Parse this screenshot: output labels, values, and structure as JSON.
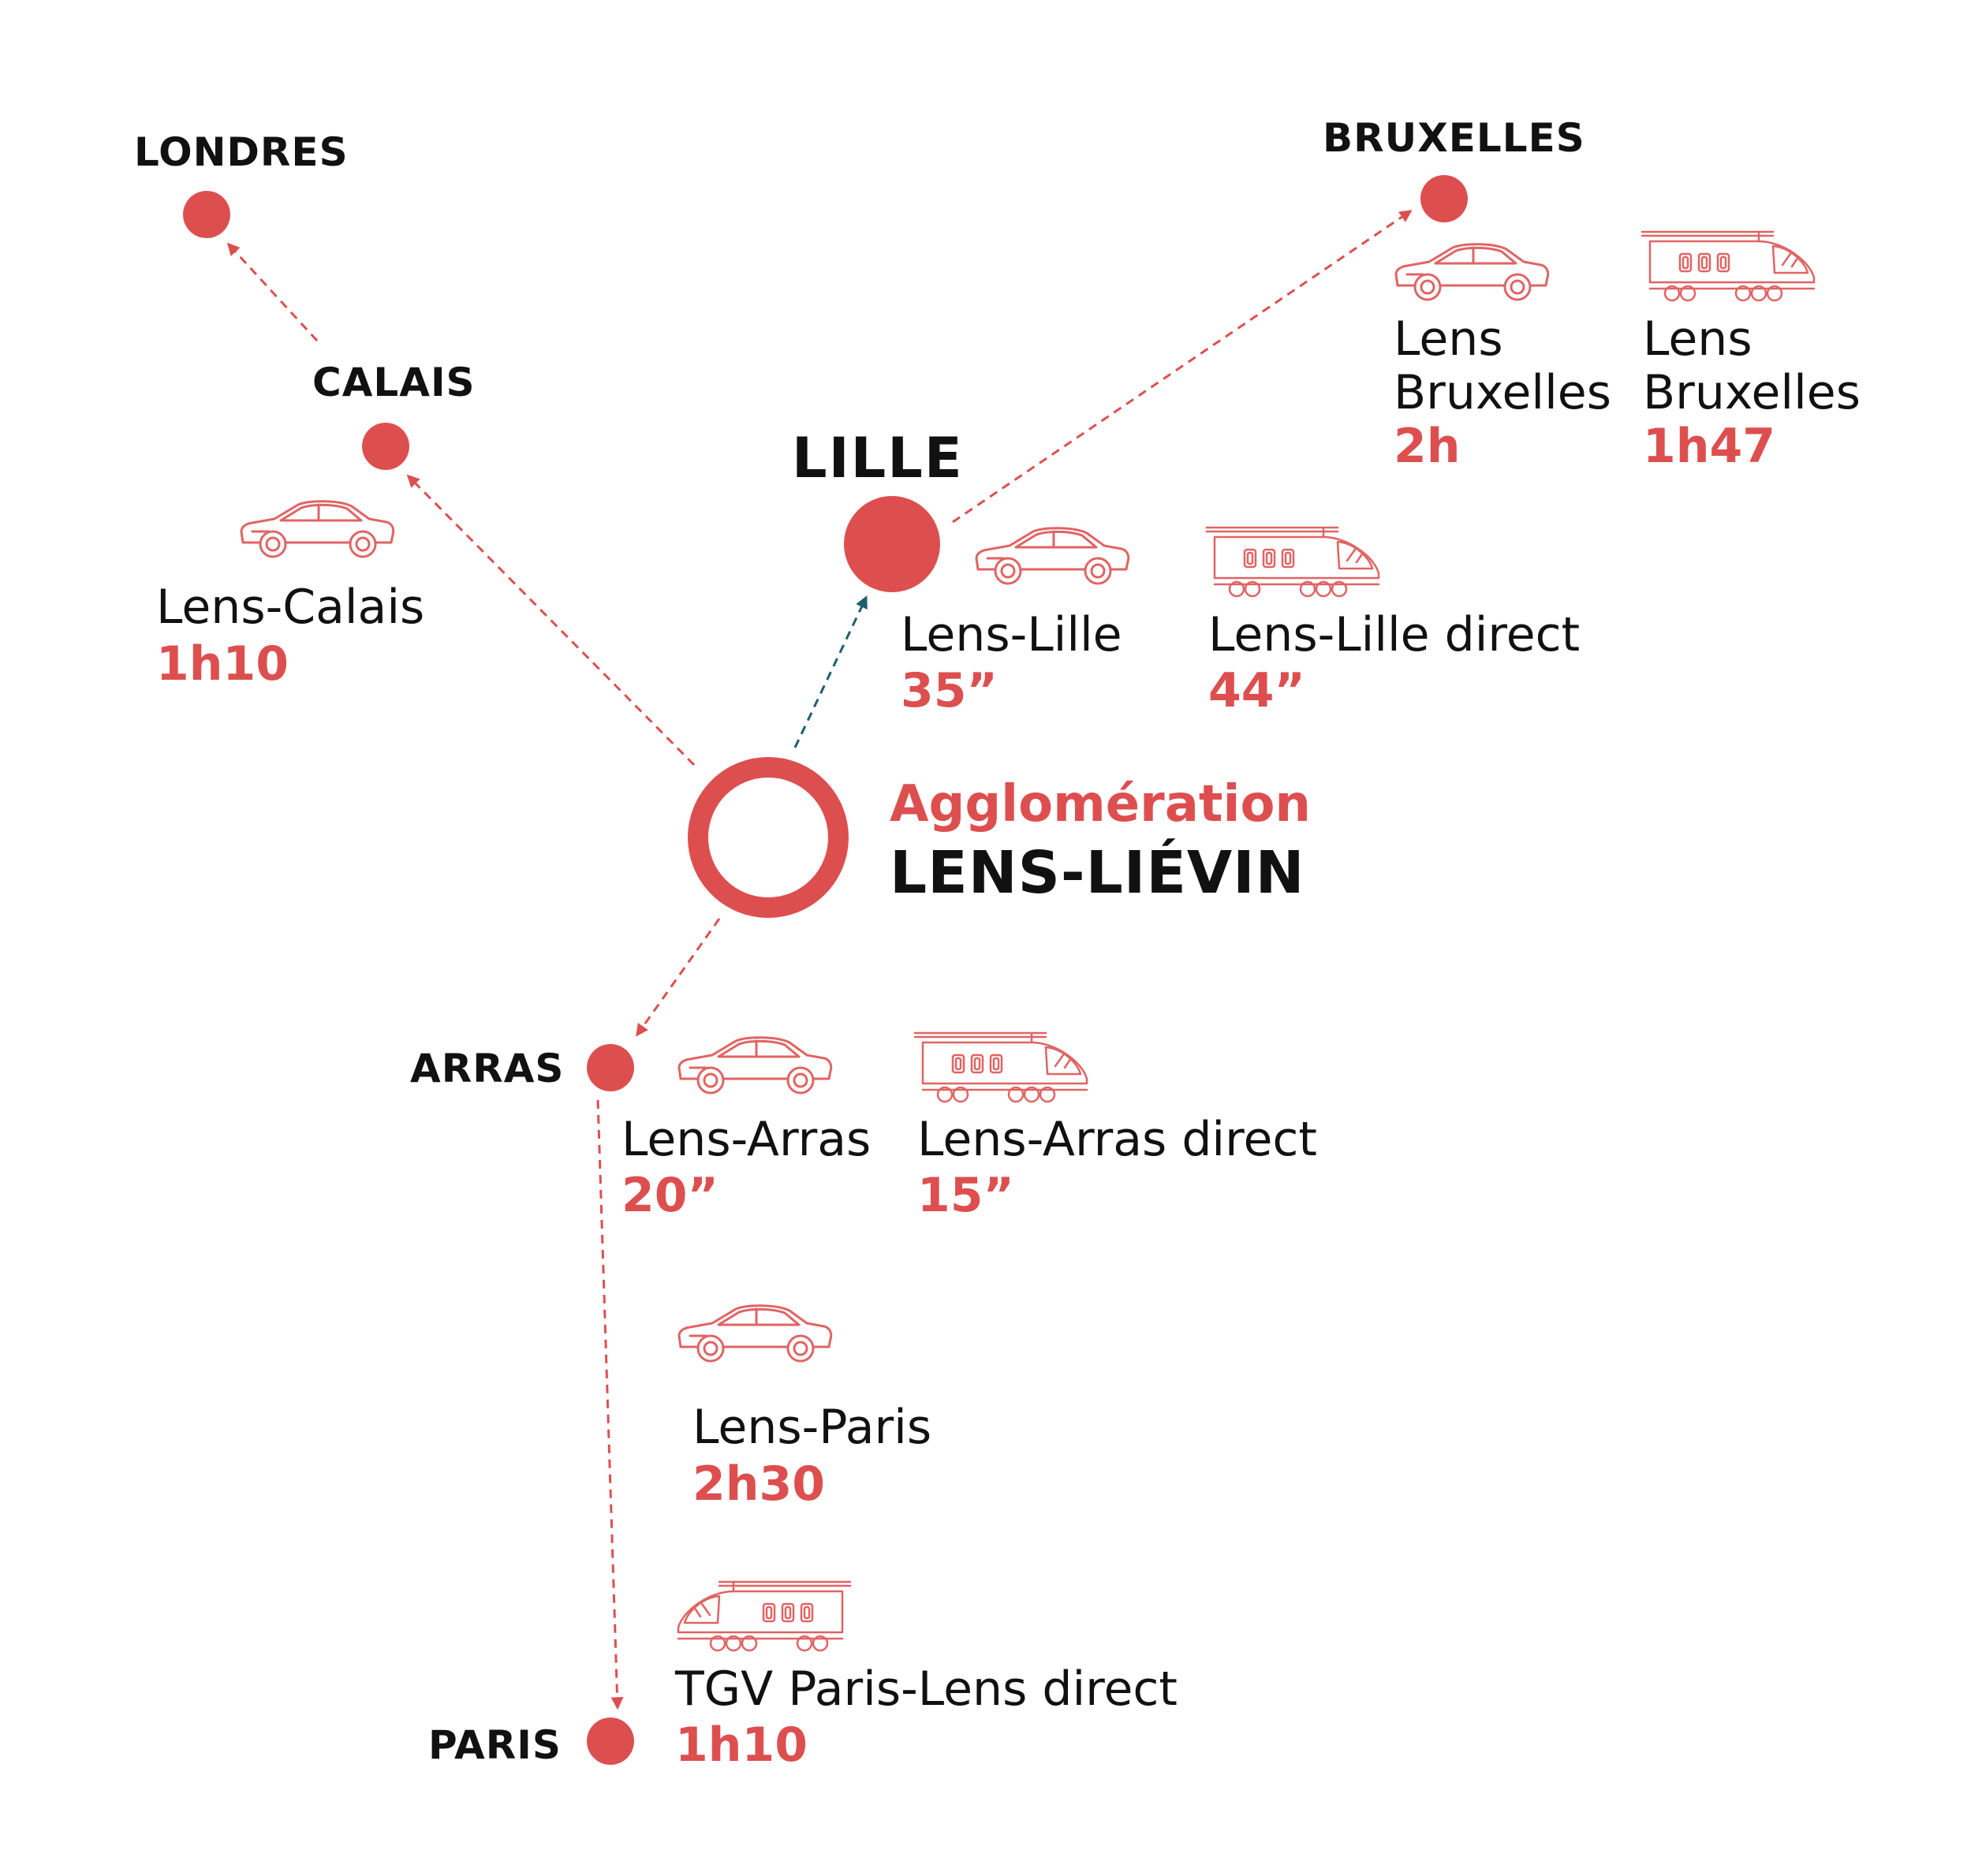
{
  "colors": {
    "accent": "#dd4f4f",
    "text": "#111111",
    "lille_route": "#1e5f6e",
    "icon_stroke": "#e06464"
  },
  "cities": {
    "londres": "LONDRES",
    "bruxelles": "BRUXELLES",
    "calais": "CALAIS",
    "lille": "LILLE",
    "arras": "ARRAS",
    "paris": "PARIS"
  },
  "hub": {
    "line1": "Agglomération",
    "line2": "LENS-LIÉVIN"
  },
  "routes": {
    "calais_car": {
      "label": "Lens-Calais",
      "time": "1h10",
      "icon": "car-icon"
    },
    "lille_car": {
      "label": "Lens-Lille",
      "time": "35”",
      "icon": "car-icon"
    },
    "lille_train": {
      "label": "Lens-Lille direct",
      "time": "44”",
      "icon": "train-icon"
    },
    "bruxelles_car": {
      "line1": "Lens",
      "line2": "Bruxelles",
      "time": "2h",
      "icon": "car-icon"
    },
    "bruxelles_train": {
      "line1": "Lens",
      "line2": "Bruxelles",
      "time": "1h47",
      "icon": "train-icon"
    },
    "arras_car": {
      "label": "Lens-Arras",
      "time": "20”",
      "icon": "car-icon"
    },
    "arras_train": {
      "label": "Lens-Arras direct",
      "time": "15”",
      "icon": "train-icon"
    },
    "paris_car": {
      "label": "Lens-Paris",
      "time": "2h30",
      "icon": "car-icon"
    },
    "paris_train": {
      "label": "TGV Paris-Lens direct",
      "time": "1h10",
      "icon": "train-icon"
    }
  }
}
